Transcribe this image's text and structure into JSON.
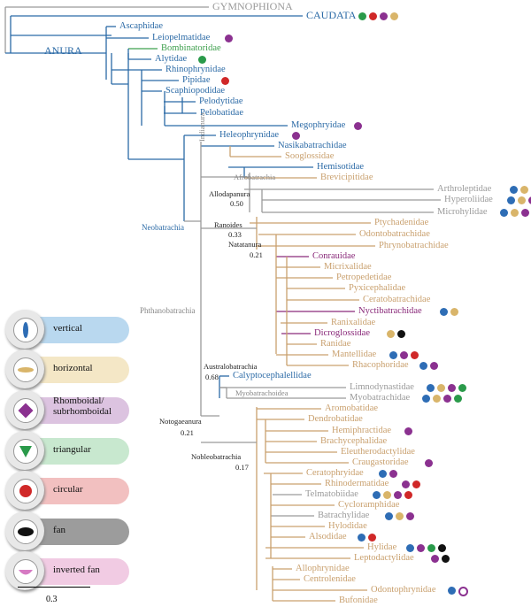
{
  "colors": {
    "blue": "#2b6aa6",
    "tan": "#c9a06e",
    "grey": "#9a9a9a",
    "purple": "#8a2a7a",
    "green": "#3fa04e",
    "orange": "#d07b3a",
    "dot_blue": "#2e6db5",
    "dot_purple": "#8b3190",
    "dot_green": "#2a9a4a",
    "dot_yellow": "#d9b56a",
    "dot_red": "#d02828",
    "dot_black": "#111111"
  },
  "taxa": [
    {
      "name": "GYMNOPHIONA",
      "color": "grey",
      "big": true
    },
    {
      "name": "CAUDATA",
      "color": "blue",
      "big": true,
      "dots": [
        "green",
        "red",
        "purple",
        "yellow"
      ]
    },
    {
      "name": "Ascaphidae",
      "color": "blue"
    },
    {
      "name": "Leiopelmatidae",
      "color": "blue",
      "dots": [
        "purple"
      ]
    },
    {
      "name": "Bombinatoridae",
      "color": "green"
    },
    {
      "name": "Alytidae",
      "color": "blue",
      "dots": [
        "green"
      ]
    },
    {
      "name": "Rhinophrynidae",
      "color": "blue"
    },
    {
      "name": "Pipidae",
      "color": "blue",
      "dots": [
        "red"
      ]
    },
    {
      "name": "Scaphiopodidae",
      "color": "blue"
    },
    {
      "name": "Pelodytidae",
      "color": "blue"
    },
    {
      "name": "Pelobatidae",
      "color": "blue"
    },
    {
      "name": "Megophryidae",
      "color": "blue",
      "dots": [
        "purple"
      ]
    },
    {
      "name": "Heleophrynidae",
      "color": "blue",
      "dots": [
        "purple"
      ]
    },
    {
      "name": "Nasikabatrachidae",
      "color": "blue"
    },
    {
      "name": "Sooglossidae",
      "color": "tan"
    },
    {
      "name": "Hemisotidae",
      "color": "blue"
    },
    {
      "name": "Brevicipitidae",
      "color": "tan"
    },
    {
      "name": "Arthroleptidae",
      "color": "grey",
      "dots": [
        "blue",
        "yellow",
        "purple"
      ]
    },
    {
      "name": "Hyperoliidae",
      "color": "grey",
      "dots": [
        "blue",
        "yellow",
        "purple"
      ]
    },
    {
      "name": "Microhylidae",
      "color": "grey",
      "dots": [
        "blue",
        "yellow",
        "purple",
        "red",
        "purple"
      ]
    },
    {
      "name": "Ptychadenidae",
      "color": "tan"
    },
    {
      "name": "Odontobatrachidae",
      "color": "tan"
    },
    {
      "name": "Phrynobatrachidae",
      "color": "tan"
    },
    {
      "name": "Conrauidae",
      "color": "purple"
    },
    {
      "name": "Micrixalidae",
      "color": "tan"
    },
    {
      "name": "Petropedetidae",
      "color": "tan"
    },
    {
      "name": "Pyxicephalidae",
      "color": "tan"
    },
    {
      "name": "Ceratobatrachidae",
      "color": "tan"
    },
    {
      "name": "Nyctibatrachidae",
      "color": "purple",
      "dots": [
        "blue",
        "yellow"
      ]
    },
    {
      "name": "Ranixalidae",
      "color": "tan"
    },
    {
      "name": "Dicroglossidae",
      "color": "purple",
      "dots": [
        "yellow",
        "black"
      ]
    },
    {
      "name": "Ranidae",
      "color": "tan"
    },
    {
      "name": "Mantellidae",
      "color": "tan",
      "dots": [
        "blue",
        "purple",
        "red"
      ]
    },
    {
      "name": "Rhacophoridae",
      "color": "tan",
      "dots": [
        "blue",
        "purple"
      ]
    },
    {
      "name": "Calyptocephalellidae",
      "color": "blue"
    },
    {
      "name": "Limnodynastidae",
      "color": "grey",
      "dots": [
        "blue",
        "yellow",
        "purple",
        "green"
      ]
    },
    {
      "name": "Myobatrachidae",
      "color": "grey",
      "dots": [
        "blue",
        "yellow",
        "purple",
        "green"
      ]
    },
    {
      "name": "Aromobatidae",
      "color": "tan"
    },
    {
      "name": "Dendrobatidae",
      "color": "tan"
    },
    {
      "name": "Hemiphractidae",
      "color": "tan",
      "dots": [
        "purple"
      ]
    },
    {
      "name": "Brachycephalidae",
      "color": "tan"
    },
    {
      "name": "Eleutherodactylidae",
      "color": "tan"
    },
    {
      "name": "Craugastoridae",
      "color": "tan",
      "dots": [
        "purple"
      ]
    },
    {
      "name": "Ceratophryidae",
      "color": "tan",
      "dots": [
        "blue",
        "purple"
      ]
    },
    {
      "name": "Rhinodermatidae",
      "color": "tan",
      "dots": [
        "purple",
        "red"
      ]
    },
    {
      "name": "Telmatobiidae",
      "color": "grey",
      "dots": [
        "blue",
        "yellow",
        "purple",
        "red"
      ]
    },
    {
      "name": "Cycloramphidae",
      "color": "tan"
    },
    {
      "name": "Batrachylidae",
      "color": "grey",
      "dots": [
        "blue",
        "yellow",
        "purple"
      ]
    },
    {
      "name": "Hylodidae",
      "color": "tan"
    },
    {
      "name": "Alsodidae",
      "color": "tan",
      "dots": [
        "blue",
        "red"
      ]
    },
    {
      "name": "Hylidae",
      "color": "tan",
      "dots": [
        "blue",
        "purple",
        "green",
        "black"
      ]
    },
    {
      "name": "Leptodactylidae",
      "color": "tan",
      "dots": [
        "purple",
        "black"
      ]
    },
    {
      "name": "Allophrynidae",
      "color": "tan"
    },
    {
      "name": "Centrolenidae",
      "color": "tan"
    },
    {
      "name": "Odontophrynidae",
      "color": "tan",
      "dots": [
        "blue",
        "fan"
      ]
    },
    {
      "name": "Bufonidae",
      "color": "tan"
    }
  ],
  "clades": {
    "anura": "ANURA",
    "neobatrachia": "Neobatrachia",
    "phthanobatrachia": "Phthanobatrachia",
    "indianura": "Indianura",
    "afrobatrachia": "Afrobatrachia",
    "allodapanura": "Allodapanura",
    "allodapanura_v": "0.50",
    "ranoides": "Ranoides",
    "ranoides_v": "0.33",
    "natatanura": "Natatanura",
    "natatanura_v": "0.21",
    "australobatrachia": "Australobatrachia",
    "australobatrachia_v": "0.68",
    "myobatrachoidea": "Myobatrachoidea",
    "notogaeanura": "Notogaeanura",
    "notogaeanura_v": "0.21",
    "nobleobatrachia": "Nobleobatrachia",
    "nobleobatrachia_v": "0.17"
  },
  "legend": [
    {
      "label": "vertical",
      "bg": "#b9d8ef"
    },
    {
      "label": "horizontal",
      "bg": "#f4e7c6"
    },
    {
      "label": "Rhomboidal/ subrhomboidal",
      "bg": "#dcc3e0"
    },
    {
      "label": "triangular",
      "bg": "#c8e8cf"
    },
    {
      "label": "circular",
      "bg": "#f2c0c0"
    },
    {
      "label": "fan",
      "bg": "#9c9c9c"
    },
    {
      "label": "inverted fan",
      "bg": "#f1cbe3"
    }
  ],
  "scale_label": "0.3"
}
